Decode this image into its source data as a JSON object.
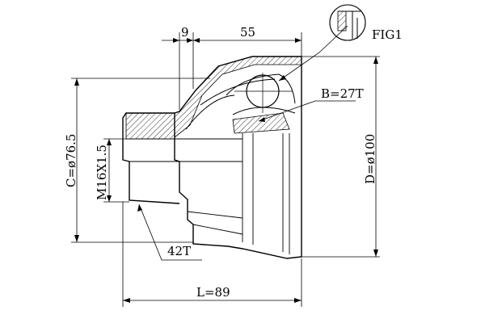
{
  "labels": {
    "dim_9": "9",
    "dim_55": "55",
    "fig": "FIG1",
    "spline_b": "B=27T",
    "diameter_c": "C=ø76.5",
    "thread": "M16X1.5",
    "diameter_d": "D=ø100",
    "teeth_outer": "42T",
    "length": "L=89"
  },
  "colors": {
    "line": "#000000",
    "background": "#ffffff"
  }
}
